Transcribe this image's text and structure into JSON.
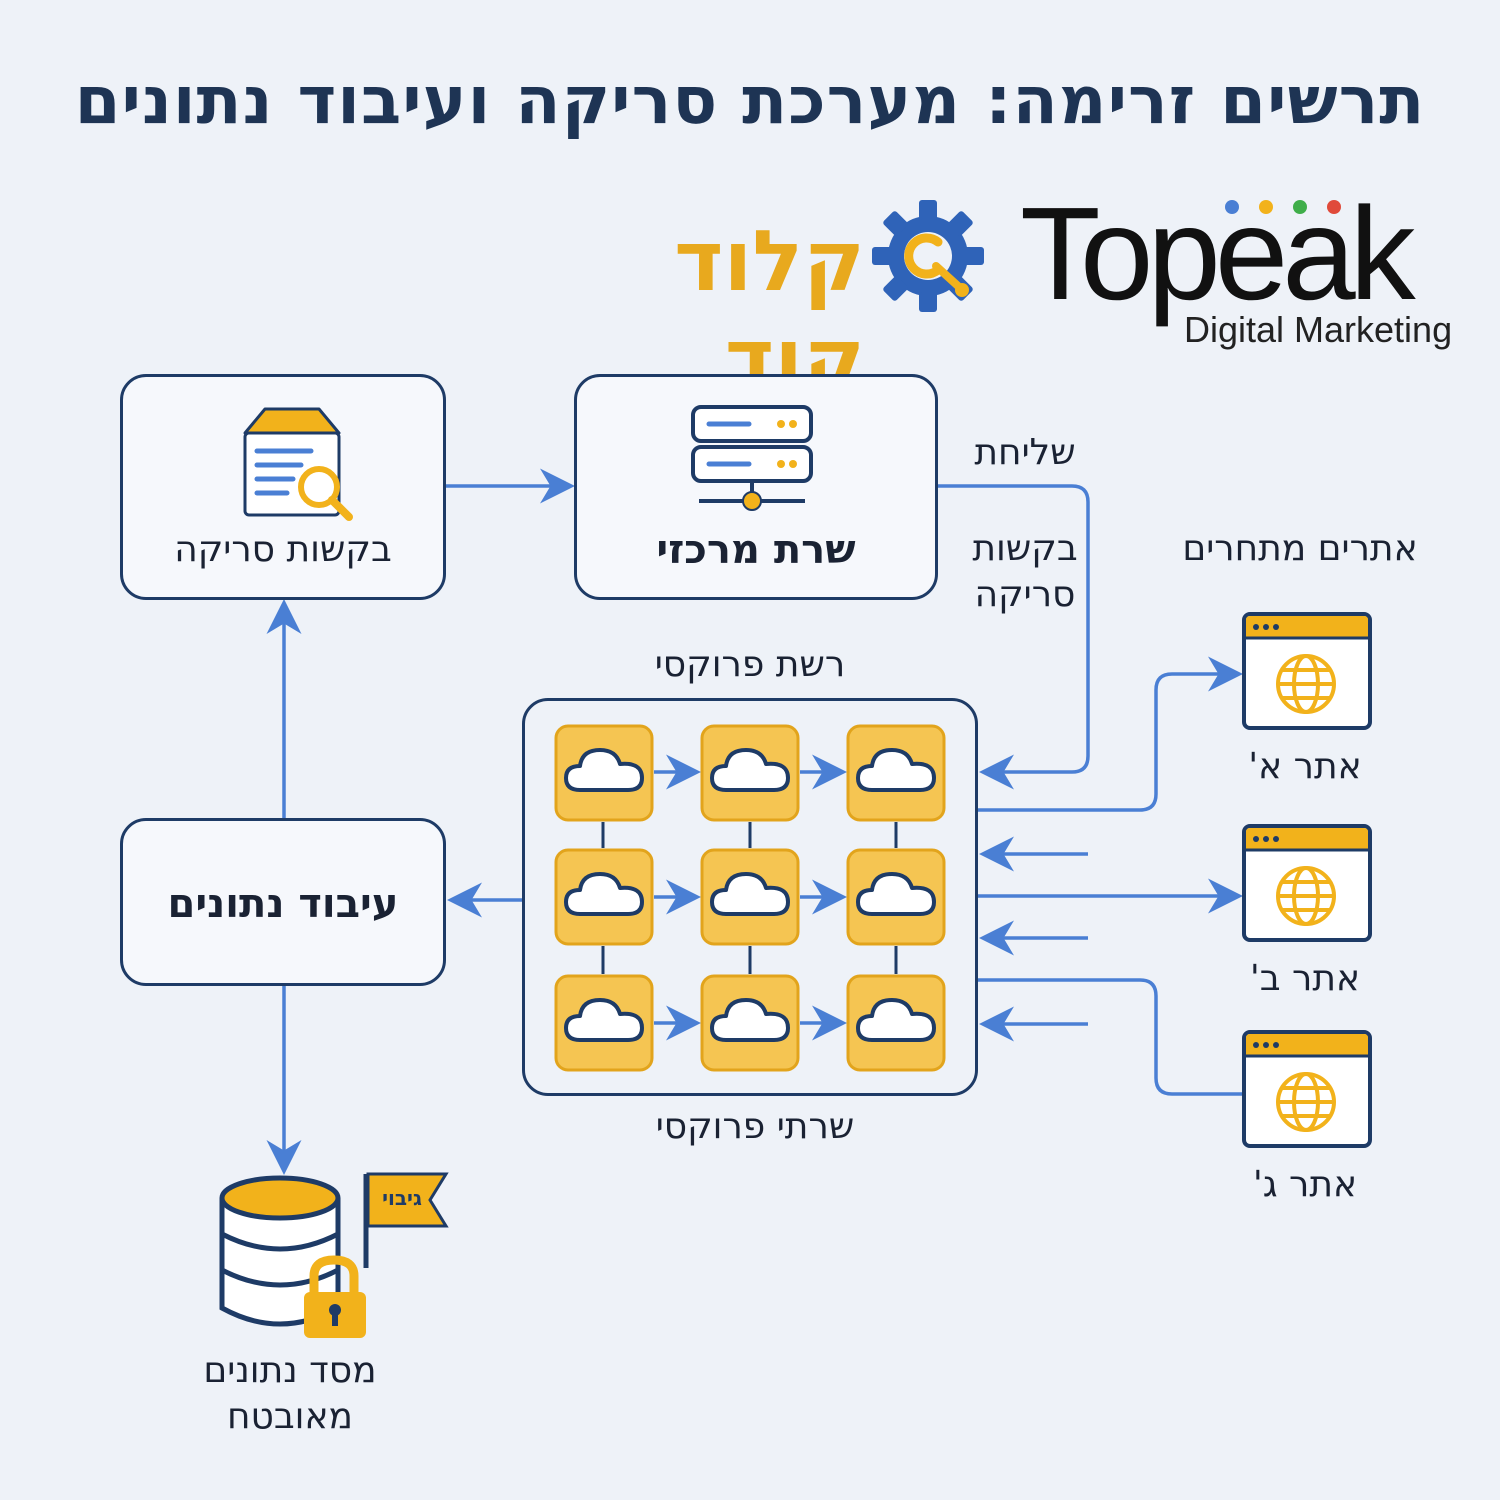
{
  "title": "תרשים זרימה: מערכת סריקה ועיבוד נתונים",
  "brand": {
    "hebrew_name": "קלוד קוד",
    "logo_word": "Topeak",
    "logo_sub": "Digital Marketing",
    "logo_dot_colors": [
      "#4a7fd4",
      "#f2b21b",
      "#3fae4a",
      "#e04a3a"
    ]
  },
  "nodes": {
    "scan_requests": "בקשות סריקה",
    "central_server": "שרת מרכזי",
    "data_processing": "עיבוד נתונים",
    "secure_db": "מסד נתונים מאובטח",
    "backup_flag": "גיבוי",
    "proxy_network": "רשת פרוקסי",
    "proxy_servers": "שרתי פרוקסי",
    "competitor_sites": "אתרים מתחרים"
  },
  "edge_labels": {
    "send": "שליחת",
    "scan_requests_line1": "בקשות",
    "scan_requests_line2": "סריקה"
  },
  "sites": [
    "אתר א'",
    "אתר ב'",
    "אתר ג'"
  ],
  "colors": {
    "navy": "#1e3b66",
    "arrow_blue": "#4a7fd4",
    "gold": "#f2b21b",
    "gold_fill": "#f5c552"
  },
  "icons": [
    "document-search-icon",
    "server-icon",
    "cloud-icon",
    "browser-globe-icon",
    "database-lock-icon",
    "flag-icon",
    "gear-icon"
  ]
}
